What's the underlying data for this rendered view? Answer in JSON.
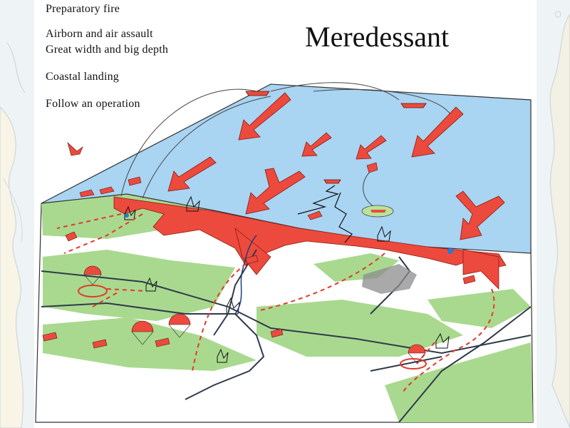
{
  "slide": {
    "title": "Meredessant",
    "labels": [
      "Preparatory fire",
      "Airborn and air assault",
      "Great width and big depth",
      "Coastal landing",
      "Follow an operation"
    ]
  },
  "colors": {
    "sea": "#a9d4f2",
    "land_green": "#a9d98f",
    "land_white": "#ffffff",
    "assault_red": "#ec4a3d",
    "route_dashed": "#e23a2c",
    "road": "#2f3a4a",
    "background": "#ffffff",
    "outer_map": "#f4f8fa"
  },
  "icons": {
    "arrow": "red-attack-arrow-icon",
    "parachute": "parachute-icon",
    "ship": "ship-icon",
    "aircraft": "aircraft-icon",
    "landing_craft": "landing-craft-icon",
    "explosion": "explosion-icon",
    "helicopter": "helicopter-icon"
  }
}
